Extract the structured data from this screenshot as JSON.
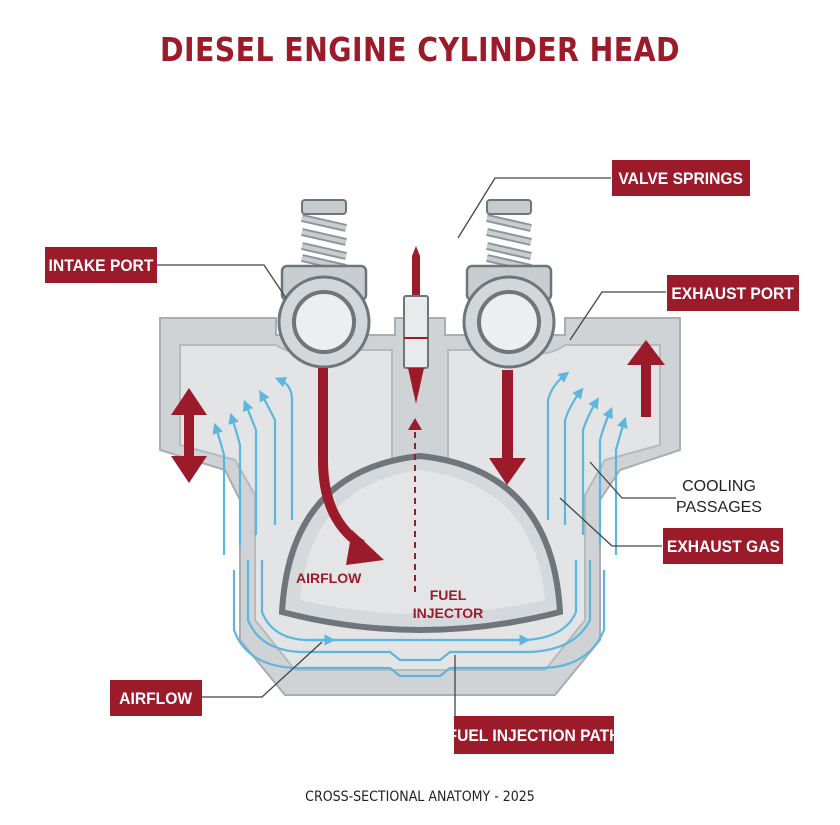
{
  "title": "DIESEL ENGINE CYLINDER HEAD",
  "footer": "CROSS-SECTIONAL ANATOMY - 2025",
  "labels": {
    "valve_springs": "VALVE SPRINGS",
    "intake_port": "INTAKE PORT",
    "exhaust_port": "EXHAUST PORT",
    "cooling_passages_line1": "COOLING",
    "cooling_passages_line2": "PASSAGES",
    "exhaust_gas": "EXHAUST GAS",
    "airflow_outer": "AIRFLOW",
    "fuel_injection_path": "FUEL INJECTION PATH",
    "airflow_inner": "AIRFLOW",
    "fuel_injector_line1": "FUEL",
    "fuel_injector_line2": "INJECTOR"
  },
  "colors": {
    "accent_red": "#9b1b2a",
    "coolant_blue": "#5fb6dc",
    "housing_gray": "#cfd3d6",
    "chamber_gray": "#e4e6e8",
    "outline_gray": "#7d8387"
  }
}
